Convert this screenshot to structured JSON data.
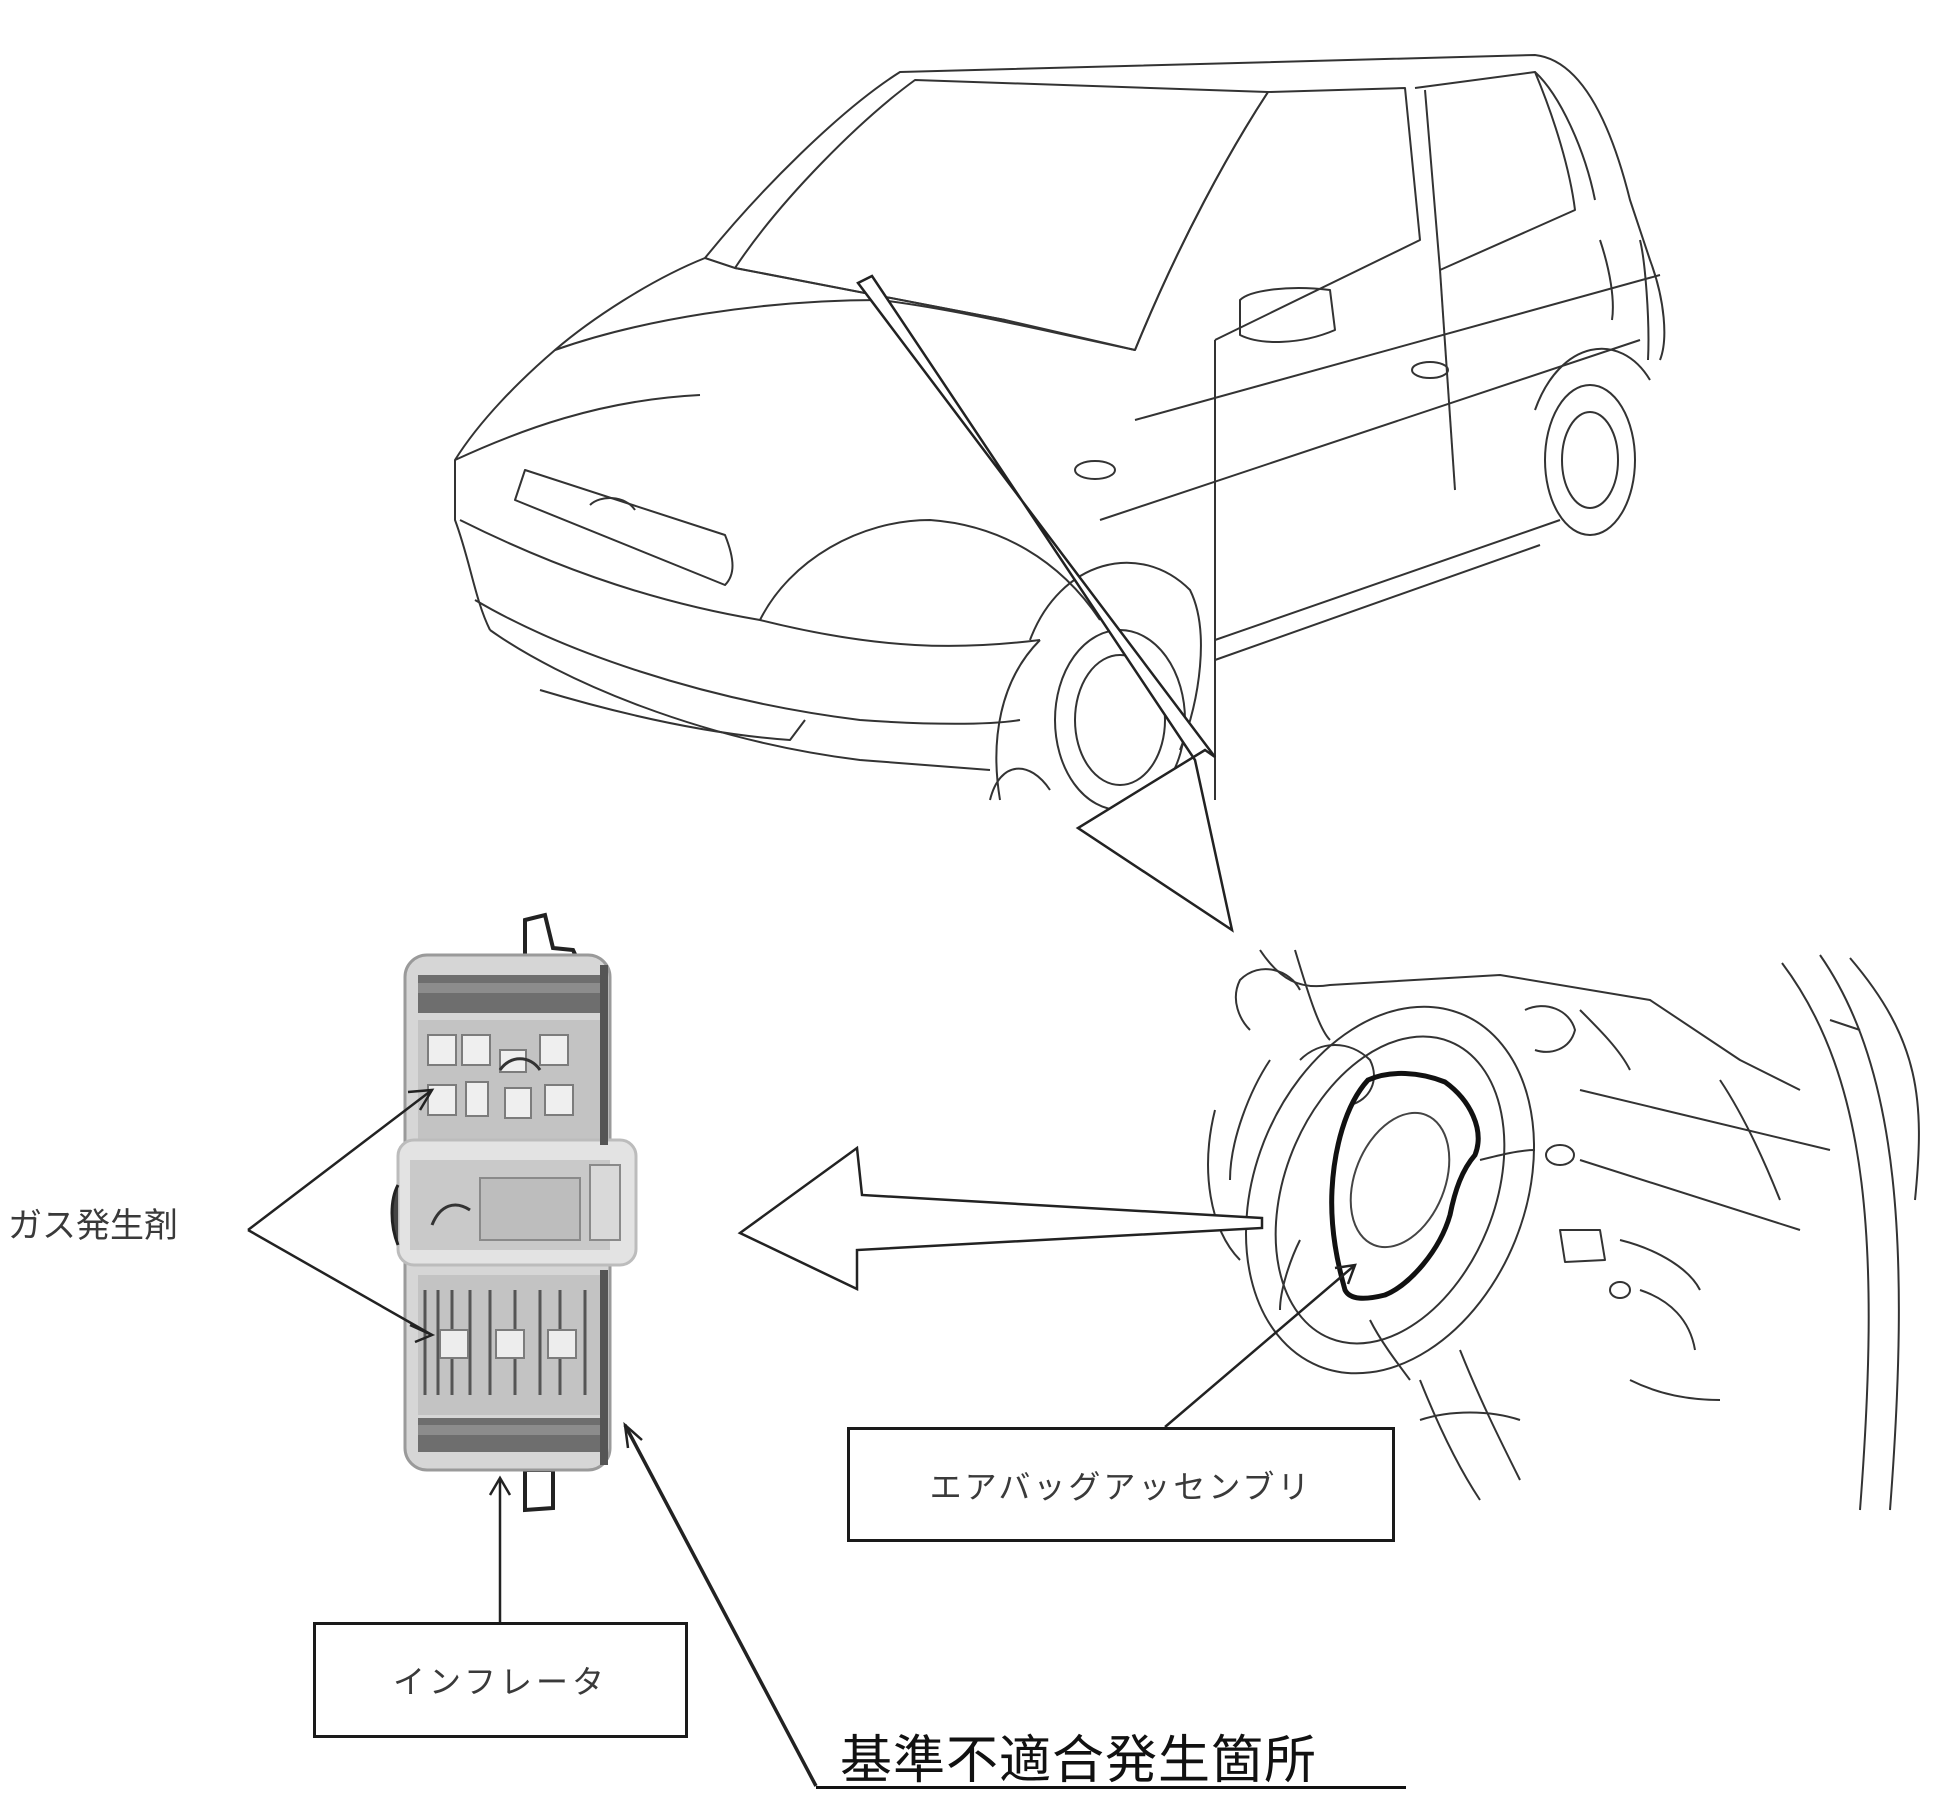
{
  "labels": {
    "gas_generant": "ガス発生剤",
    "airbag_assembly": "エアバッグアッセンブリ",
    "inflator": "インフレータ",
    "defect_location": "基準不適合発生箇所"
  },
  "colors": {
    "line": "#2a2a2a",
    "text": "#3a3a3a",
    "inflator_fill": "#c9c9c9",
    "inflator_dark": "#6e6e6e"
  }
}
